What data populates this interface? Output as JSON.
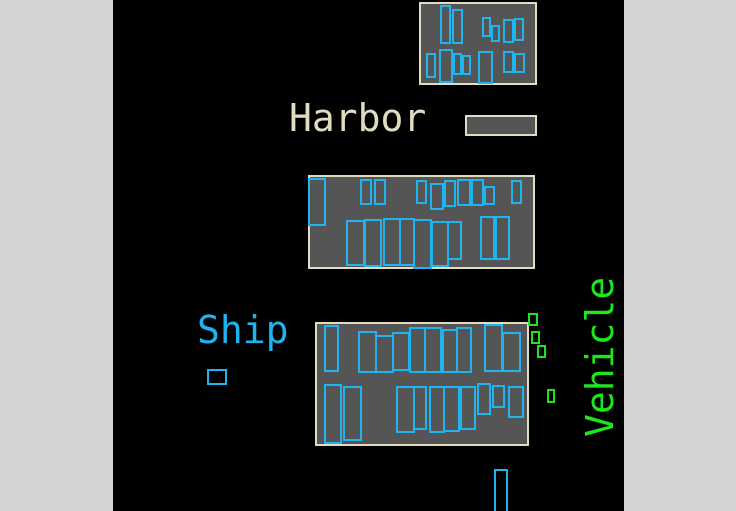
{
  "labels": {
    "harbor": "Harbor",
    "ship": "Ship",
    "vehicle": "Vehicle"
  },
  "colors": {
    "background_outer": "#d3d3d3",
    "background_image": "#000000",
    "harbor": "#e0dcc0",
    "ship": "#1eb4f0",
    "vehicle": "#1ee61e",
    "pier_fill": "#555555"
  }
}
